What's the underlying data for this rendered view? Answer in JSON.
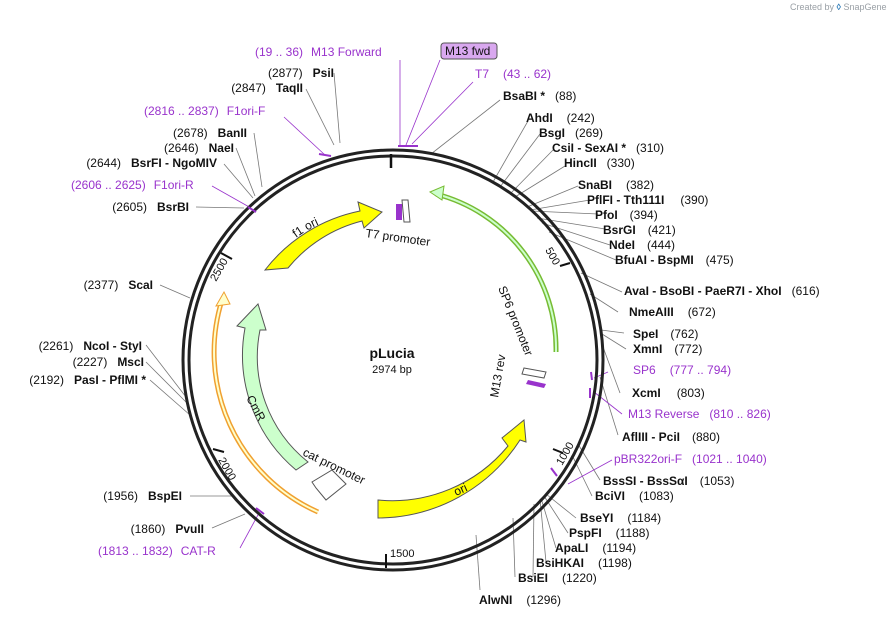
{
  "credit": {
    "prefix": "Created by",
    "brand": "SnapGene"
  },
  "plasmid": {
    "name": "pLucia",
    "length": "2974 bp",
    "total_bp": 2974
  },
  "ruler_ticks": [
    "500",
    "1000",
    "1500",
    "2000",
    "2500"
  ],
  "features": [
    {
      "label": "f1 ori",
      "color": "#ffff00"
    },
    {
      "label": "ori",
      "color": "#ffff00"
    },
    {
      "label": "CmR",
      "color": "#ccffcc"
    },
    {
      "label": "cat promoter",
      "color": "#ffffff"
    },
    {
      "label": "T7 promoter",
      "color": "#ffffff"
    },
    {
      "label": "SP6 promoter",
      "color": "#ffffff"
    },
    {
      "label": "M13 rev",
      "color": "#ffffff"
    }
  ],
  "sites": [
    {
      "name": "BsaBI *",
      "pos": "(88)"
    },
    {
      "name": "AhdI",
      "pos": "(242)"
    },
    {
      "name": "BsgI",
      "pos": "(269)"
    },
    {
      "name": "CsiI  -  SexAI *",
      "pos": "(310)"
    },
    {
      "name": "HincII",
      "pos": "(330)"
    },
    {
      "name": "SnaBI",
      "pos": "(382)"
    },
    {
      "name": "PflFI  -  Tth111I",
      "pos": "(390)"
    },
    {
      "name": "PfoI",
      "pos": "(394)"
    },
    {
      "name": "BsrGI",
      "pos": "(421)"
    },
    {
      "name": "NdeI",
      "pos": "(444)"
    },
    {
      "name": "BfuAI  -  BspMI",
      "pos": "(475)"
    },
    {
      "name": "AvaI  -  BsoBI  -  PaeR7I  -  XhoI",
      "pos": "(616)"
    },
    {
      "name": "NmeAIII",
      "pos": "(672)"
    },
    {
      "name": "SpeI",
      "pos": "(762)"
    },
    {
      "name": "XmnI",
      "pos": "(772)"
    },
    {
      "name": "XcmI",
      "pos": "(803)"
    },
    {
      "name": "AflIII  -  PciI",
      "pos": "(880)"
    },
    {
      "name": "BssSI  -  BssSαI",
      "pos": "(1053)"
    },
    {
      "name": "BciVI",
      "pos": "(1083)"
    },
    {
      "name": "BseYI",
      "pos": "(1184)"
    },
    {
      "name": "PspFI",
      "pos": "(1188)"
    },
    {
      "name": "ApaLI",
      "pos": "(1194)"
    },
    {
      "name": "BsiHKAI",
      "pos": "(1198)"
    },
    {
      "name": "BsiEI",
      "pos": "(1220)"
    },
    {
      "name": "AlwNI",
      "pos": "(1296)"
    },
    {
      "name": "PvuII",
      "pos": "(1860)"
    },
    {
      "name": "BspEI",
      "pos": "(1956)"
    },
    {
      "name": "PasI  -  PflMI *",
      "pos": "(2192)"
    },
    {
      "name": "MscI",
      "pos": "(2227)"
    },
    {
      "name": "NcoI  -  StyI",
      "pos": "(2261)"
    },
    {
      "name": "ScaI",
      "pos": "(2377)"
    },
    {
      "name": "BsrBI",
      "pos": "(2605)"
    },
    {
      "name": "BsrFI  -  NgoMIV",
      "pos": "(2644)"
    },
    {
      "name": "NaeI",
      "pos": "(2646)"
    },
    {
      "name": "BanII",
      "pos": "(2678)"
    },
    {
      "name": "TaqII",
      "pos": "(2847)"
    },
    {
      "name": "PsiI",
      "pos": "(2877)"
    }
  ],
  "primers": [
    {
      "name": "M13 Forward",
      "range": "(19 .. 36)"
    },
    {
      "name": "M13 fwd",
      "range": ""
    },
    {
      "name": "T7",
      "range": "(43 .. 62)"
    },
    {
      "name": "F1ori-F",
      "range": "(2816 .. 2837)"
    },
    {
      "name": "F1ori-R",
      "range": "(2606 .. 2625)"
    },
    {
      "name": "SP6",
      "range": "(777 .. 794)"
    },
    {
      "name": "M13 Reverse",
      "range": "(810 .. 826)"
    },
    {
      "name": "pBR322ori-F",
      "range": "(1021 .. 1040)"
    },
    {
      "name": "CAT-R",
      "range": "(1813 .. 1832)"
    }
  ],
  "colors": {
    "primer": "#9933cc",
    "primer_box": "#d9a8ef",
    "yellow_feature": "#ffff00",
    "green_feature": "#ccffcc",
    "orange_outline": "#f0a030",
    "green_outline": "#77bb33",
    "site_line": "#777777"
  }
}
